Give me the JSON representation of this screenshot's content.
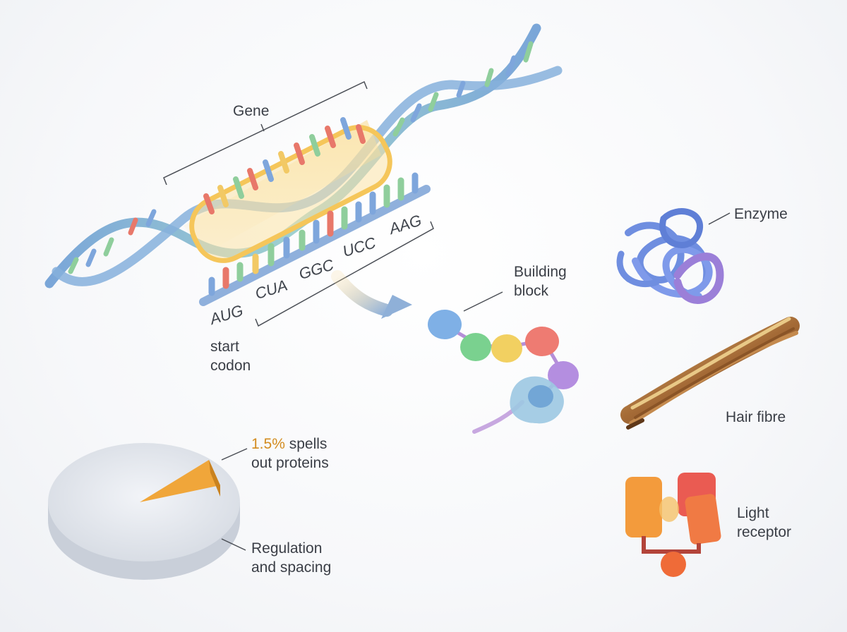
{
  "labels": {
    "gene": "Gene",
    "start_codon_line1": "start",
    "start_codon_line2": "codon",
    "building_block_line1": "Building",
    "building_block_line2": "block",
    "enzyme": "Enzyme",
    "hair_fibre": "Hair fibre",
    "light_receptor_line1": "Light",
    "light_receptor_line2": "receptor",
    "pie_protein_pct": "1.5%",
    "pie_protein_line1_rest": " spells",
    "pie_protein_line2": "out proteins",
    "pie_rest_line1": "Regulation",
    "pie_rest_line2": "and spacing"
  },
  "codons": [
    "AUG",
    "CUA",
    "GGC",
    "UCC",
    "AAG"
  ],
  "pie": {
    "protein_coding_percent": 1.5
  },
  "colors": {
    "backbone": "#8fb6dc",
    "gene_highlight": "#f5c65a",
    "base_green": "#8fce9c",
    "base_red": "#e8786a",
    "base_blue": "#7ea6dc",
    "base_yellow": "#f2c965",
    "pie_slice": "#f0a63a",
    "pie_body": "#dfe3ea"
  },
  "icons": [
    "dna-double-helix-icon",
    "mrna-strand-icon",
    "transcription-arrow-icon",
    "amino-acid-chain-icon",
    "enzyme-protein-icon",
    "hair-fibre-icon",
    "light-receptor-icon",
    "genome-pie-icon"
  ]
}
